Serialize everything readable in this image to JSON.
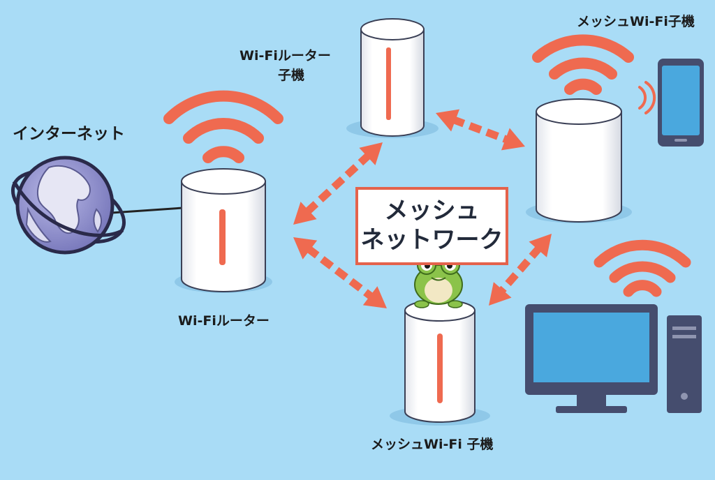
{
  "labels": {
    "internet": "インターネット",
    "router": "Wi-Fiルーター",
    "satellite_line1": "Wi-Fiルーター",
    "satellite_line2": "子機",
    "mesh_satellite_top": "メッシュWi-Fi子機",
    "mesh_satellite_bottom": "メッシュWi-Fi 子機"
  },
  "center_box": {
    "line1": "メッシュ",
    "line2": "ネットワーク"
  },
  "colors": {
    "background": "#a9dcf6",
    "accent": "#ef6a50",
    "box_border": "#e4634c",
    "device_body": "#ffffff",
    "screen": "#4aa8de",
    "device_frame": "#454d6e",
    "globe": "#8c8ccc",
    "frog": "#8bc34a"
  },
  "icons": [
    "globe-icon",
    "router-icon",
    "wifi-signal-icon",
    "smartphone-icon",
    "desktop-monitor-icon",
    "pc-tower-icon",
    "frog-mascot-icon",
    "double-arrow-icon"
  ]
}
